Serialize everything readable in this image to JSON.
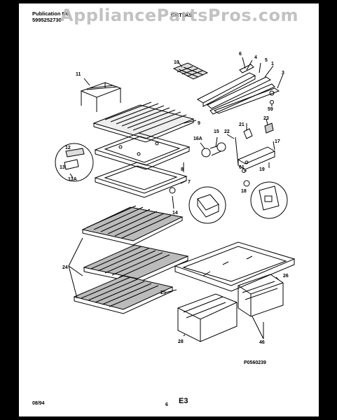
{
  "header": {
    "publication_label": "Publication No.",
    "publication_number": "5995252730",
    "model": "GRT1AS"
  },
  "watermark": "AppliancePartsPros.com",
  "callouts": [
    "11",
    "10",
    "6",
    "4",
    "5",
    "1",
    "3",
    "9",
    "59",
    "23",
    "21",
    "15",
    "16A",
    "22",
    "17",
    "8",
    "7",
    "12",
    "13",
    "13A",
    "61",
    "19",
    "18",
    "14",
    "24",
    "26",
    "25",
    "28",
    "46"
  ],
  "diagram_code": "P0560239",
  "footer": {
    "date": "08/94",
    "page_number": "6",
    "section": "E3"
  }
}
